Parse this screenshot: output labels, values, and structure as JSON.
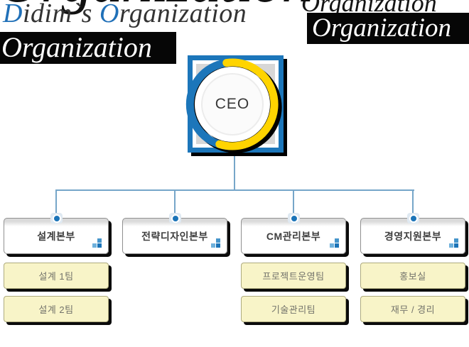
{
  "header": {
    "brand_title": {
      "d1": "D",
      "mid": "idim`s ",
      "o1": "O",
      "rest": "rganization"
    },
    "collage_word": "Organization",
    "accent_blue": "#2070b8"
  },
  "ceo": {
    "label": "CEO",
    "ring_blue": "#1c76ba",
    "ring_yellow": "#ffd400"
  },
  "connector_color": "#76a6c9",
  "departments": [
    {
      "name": "설계본부",
      "teams": [
        "설계 1팀",
        "설계 2팀"
      ]
    },
    {
      "name": "전략디자인본부",
      "teams": []
    },
    {
      "name": "CM관리본부",
      "teams": [
        "프로젝트운영팀",
        "기술관리팀"
      ]
    },
    {
      "name": "경영지원본부",
      "teams": [
        "홍보실",
        "재무 / 경리"
      ]
    }
  ]
}
